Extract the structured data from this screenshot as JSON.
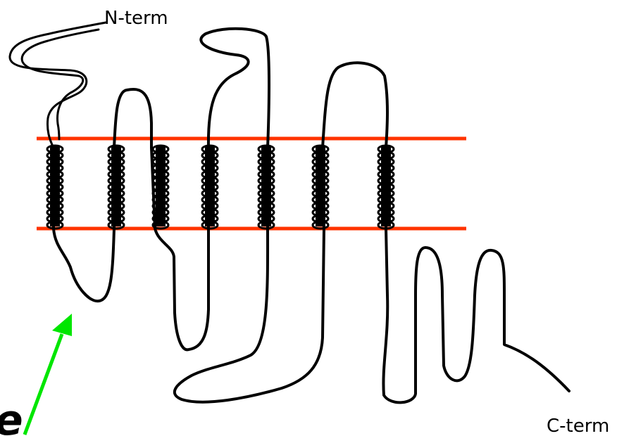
{
  "labels": {
    "n_term": "N-term",
    "c_term": "C-term",
    "partial_left": "e"
  },
  "colors": {
    "membrane": "#ff3300",
    "chain": "#000000",
    "arrow": "#00e600",
    "background": "#ffffff"
  },
  "helix_count": 7
}
